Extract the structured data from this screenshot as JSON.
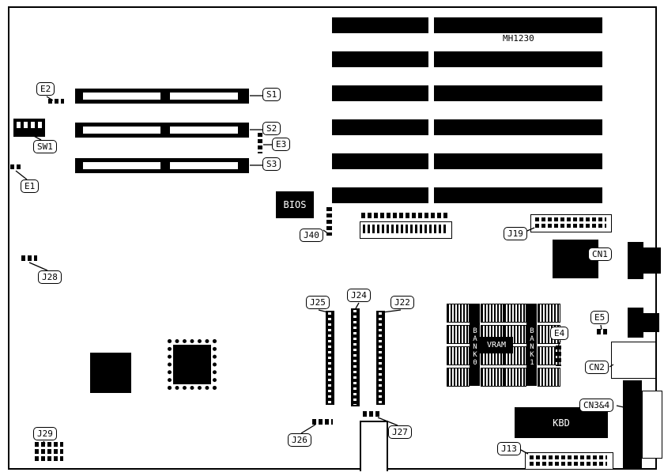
{
  "board": {
    "part_number": "MH1230",
    "labels": {
      "e1": "E1",
      "e2": "E2",
      "e3": "E3",
      "e4": "E4",
      "e5": "E5",
      "s1": "S1",
      "s2": "S2",
      "s3": "S3",
      "sw1": "SW1",
      "j13": "J13",
      "j19": "J19",
      "j22": "J22",
      "j24": "J24",
      "j25": "J25",
      "j26": "J26",
      "j27": "J27",
      "j28": "J28",
      "j29": "J29",
      "j40": "J40",
      "cn1": "CN1",
      "cn2": "CN2",
      "cn34": "CN3&4",
      "bios": "BIOS",
      "kbd": "KBD",
      "bank0": "BANK0",
      "vram": "VRAM",
      "bank1": "BANK1"
    }
  }
}
